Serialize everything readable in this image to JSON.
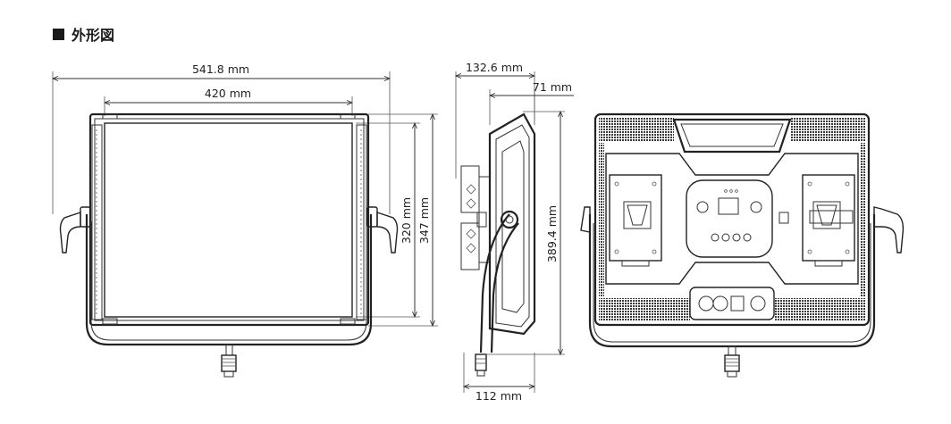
{
  "heading": {
    "title": "外形図"
  },
  "dimensions": {
    "front_width_total": "541.8 mm",
    "front_width_inner": "420 mm",
    "front_height_inner": "320 mm",
    "front_height_total": "347 mm",
    "side_depth_total": "132.6 mm",
    "side_depth_body": "71 mm",
    "side_height": "389.4 mm",
    "side_bottom": "112 mm"
  },
  "colors": {
    "line": "#222222",
    "grille": "#3a3a3a",
    "background": "#ffffff"
  }
}
